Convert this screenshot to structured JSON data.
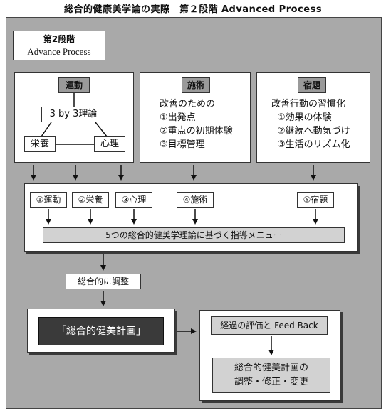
{
  "title": "総合的健康美学論の実際　第２段階 Advanced Process",
  "stage": {
    "line1": "第2段階",
    "line2": "Advance Process"
  },
  "exercise": {
    "label": "運動",
    "theory": "3 by 3理論",
    "nutrition": "栄養",
    "psychology": "心理"
  },
  "treatment": {
    "label": "施術",
    "lines": [
      "改善のための",
      "①出発点",
      "②重点の初期体験",
      "③目標管理"
    ]
  },
  "homework": {
    "label": "宿題",
    "lines": [
      "改善行動の習慣化",
      "①効果の体験",
      "②継続へ動気づけ",
      "③生活のリズム化"
    ]
  },
  "items": [
    "①運動",
    "②栄養",
    "③心理",
    "④施術",
    "⑤宿題"
  ],
  "menu": "5つの総合的健美学理論に基づく指導メニュー",
  "integrate": "総合的に調整",
  "plan": "「総合的健美計画」",
  "evaluation": "経過の評価と Feed Back",
  "adjust": {
    "line1": "総合的健美計画の",
    "line2": "調整・修正・変更"
  }
}
